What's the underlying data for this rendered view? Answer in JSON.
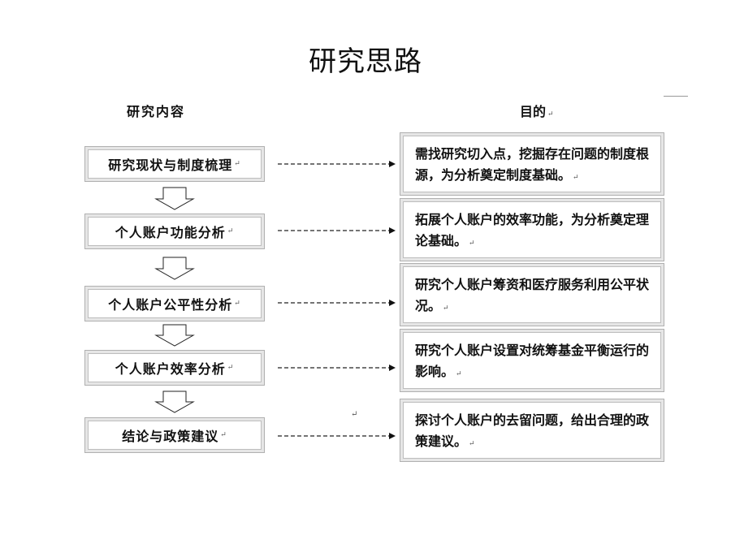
{
  "title": "研究思路",
  "left_header": "研究内容",
  "right_header": "目的",
  "paragraph_mark": "↵",
  "steps": [
    {
      "content": "研究现状与制度梳理",
      "purpose": "需找研究切入点，挖掘存在问题的制度根源，为分析奠定制度基础。"
    },
    {
      "content": "个人账户功能分析",
      "purpose": "拓展个人账户的效率功能，为分析奠定理论基础。"
    },
    {
      "content": "个人账户公平性分析",
      "purpose": "研究个人账户筹资和医疗服务利用公平状况。"
    },
    {
      "content": "个人账户效率分析",
      "purpose": "研究个人账户设置对统筹基金平衡运行的影响。"
    },
    {
      "content": "结论与政策建议",
      "purpose": "探讨个人账户的去留问题，给出合理的政策建议。"
    }
  ]
}
